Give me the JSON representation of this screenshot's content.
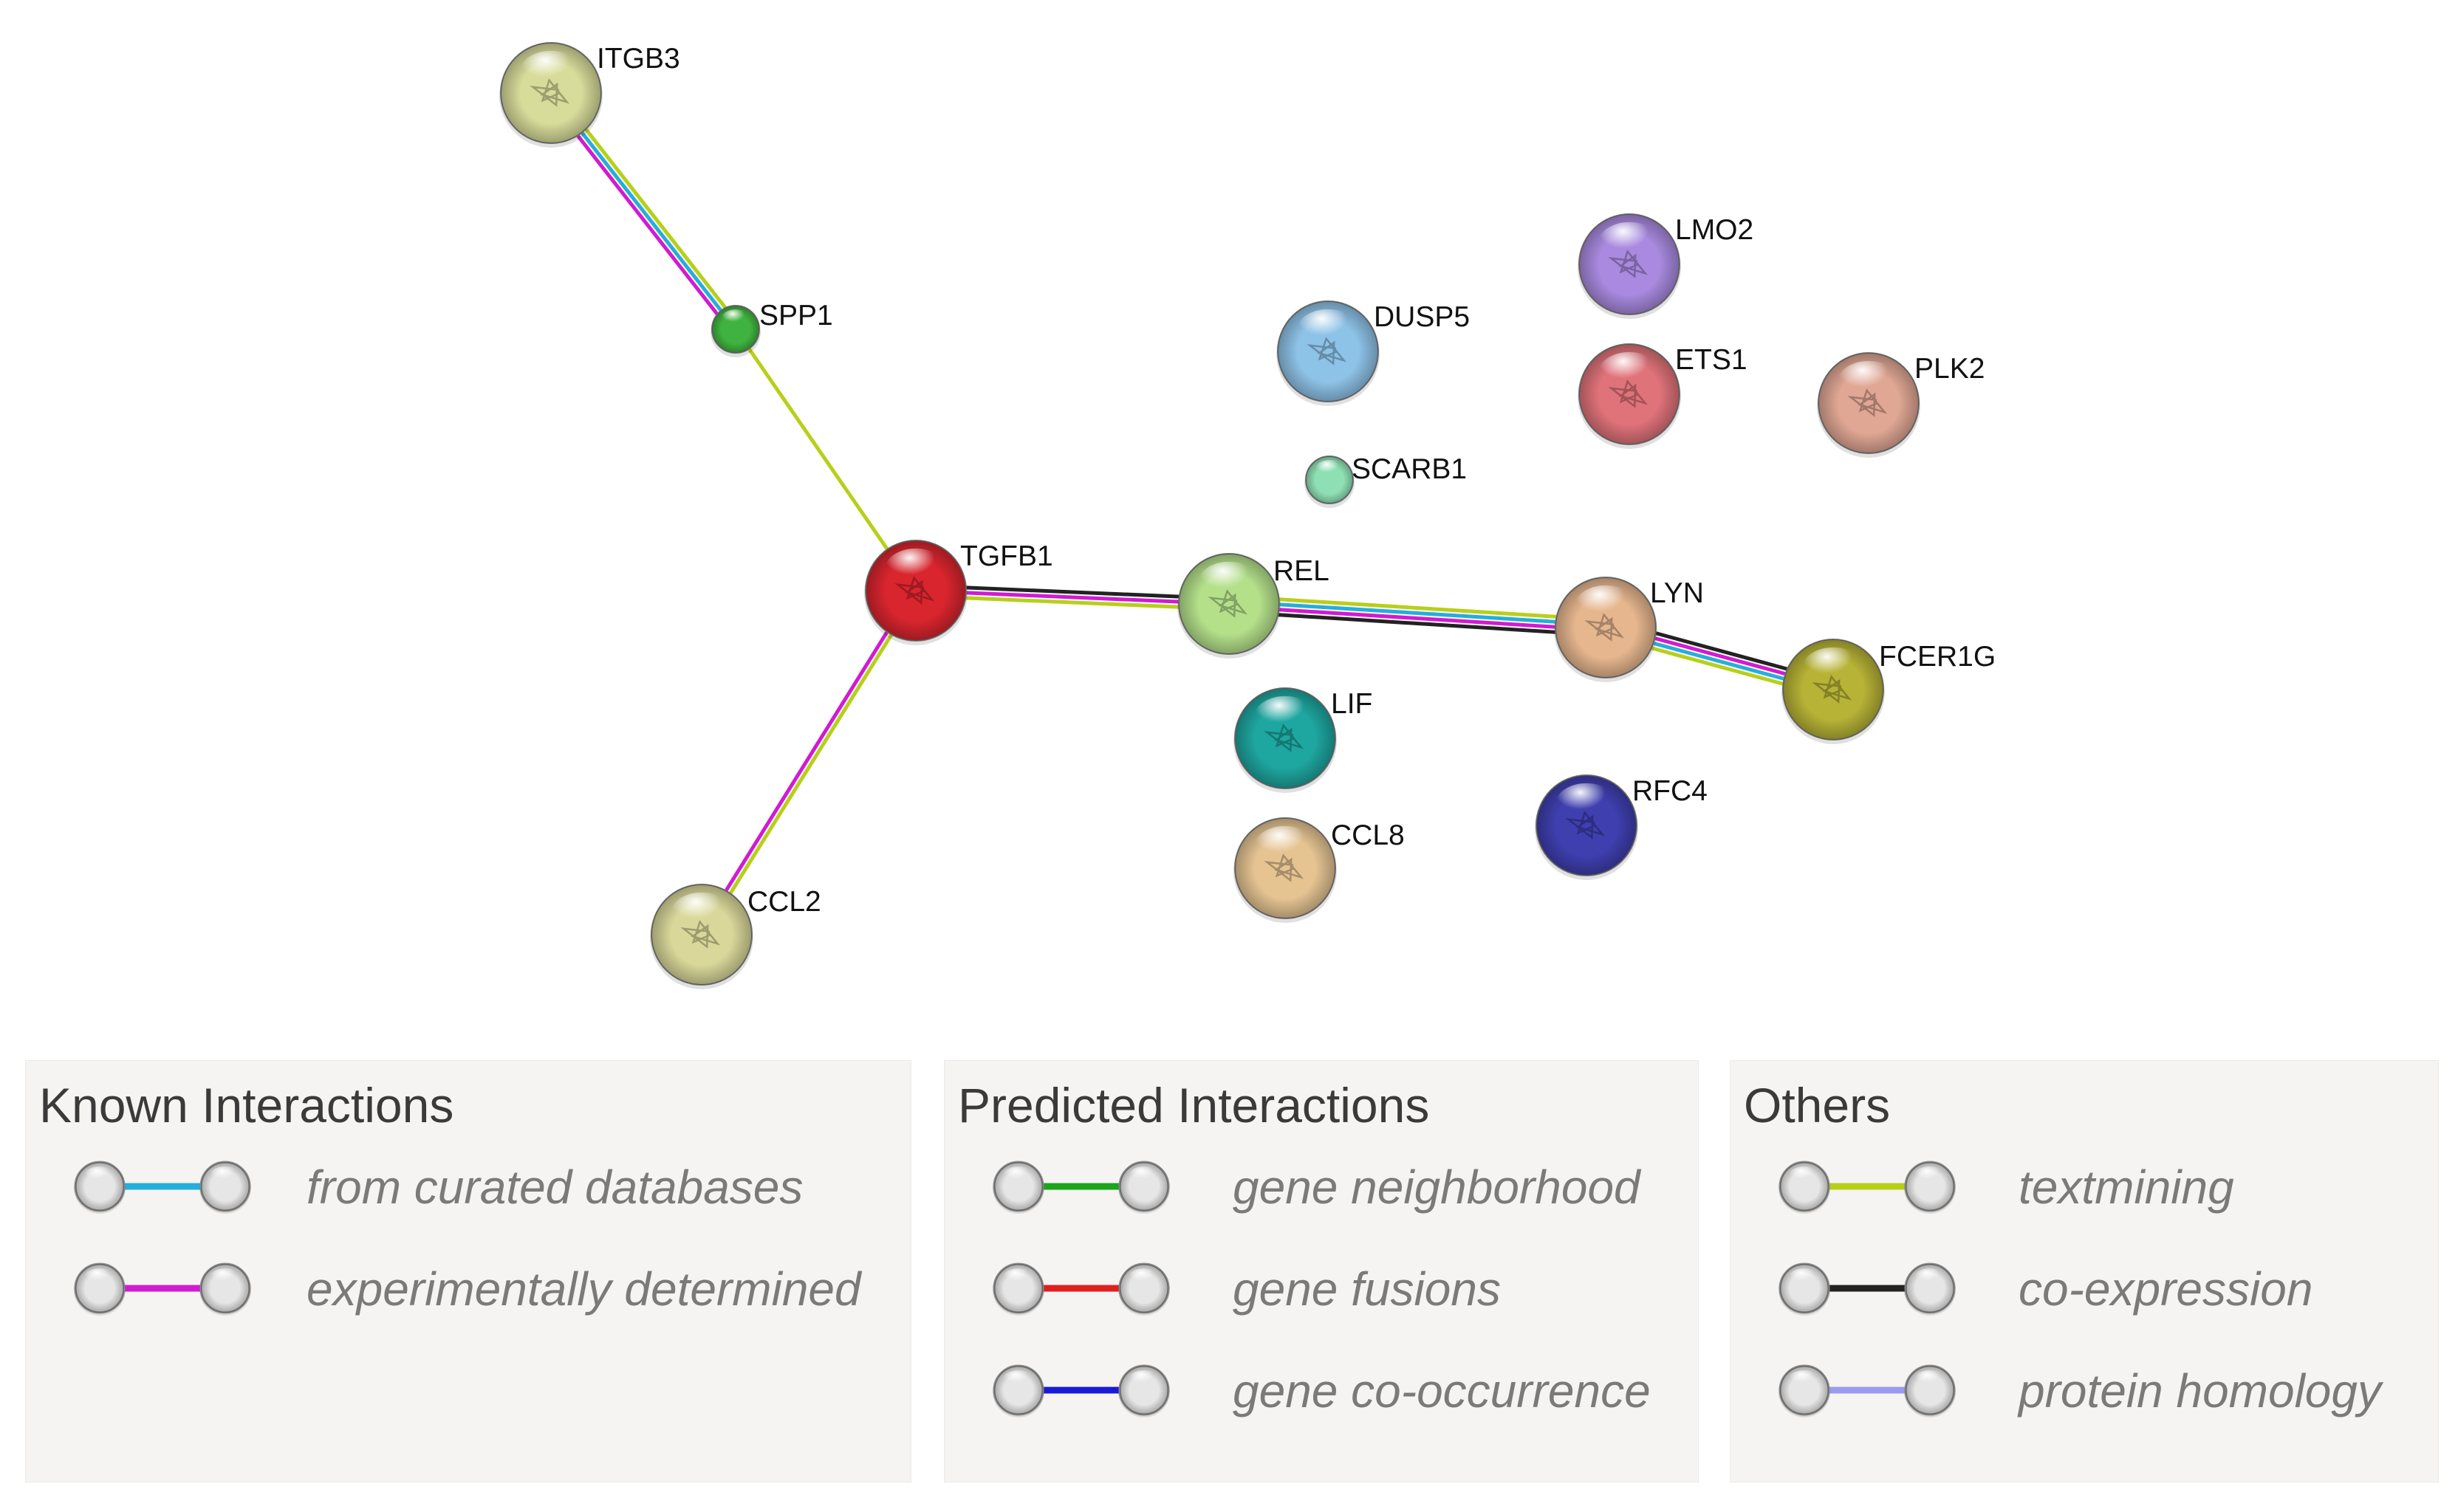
{
  "colors": {
    "curated": "#25aedb",
    "experimental": "#d11bd1",
    "neighborhood": "#1aa51a",
    "fusion": "#e01f1f",
    "cooccurrence": "#1a1ad6",
    "textmining": "#b8cf1a",
    "coexpression": "#222222",
    "homology": "#9a9af0"
  },
  "network": {
    "nodes": [
      {
        "id": "ITGB3",
        "label": "ITGB3",
        "color": "#d8dc9a",
        "size": "large"
      },
      {
        "id": "SPP1",
        "label": "SPP1",
        "color": "#3fb33f",
        "size": "small"
      },
      {
        "id": "TGFB1",
        "label": "TGFB1",
        "color": "#d9252e",
        "size": "large"
      },
      {
        "id": "REL",
        "label": "REL",
        "color": "#b4e08a",
        "size": "large"
      },
      {
        "id": "LYN",
        "label": "LYN",
        "color": "#e6b68e",
        "size": "large"
      },
      {
        "id": "FCER1G",
        "label": "FCER1G",
        "color": "#b7b336",
        "size": "large"
      },
      {
        "id": "CCL2",
        "label": "CCL2",
        "color": "#d9d89a",
        "size": "large"
      },
      {
        "id": "DUSP5",
        "label": "DUSP5",
        "color": "#8ec3e8",
        "size": "large"
      },
      {
        "id": "SCARB1",
        "label": "SCARB1",
        "color": "#8edfb4",
        "size": "small"
      },
      {
        "id": "LMO2",
        "label": "LMO2",
        "color": "#a98ae0",
        "size": "large"
      },
      {
        "id": "ETS1",
        "label": "ETS1",
        "color": "#e0737a",
        "size": "large"
      },
      {
        "id": "PLK2",
        "label": "PLK2",
        "color": "#e0a794",
        "size": "large"
      },
      {
        "id": "LIF",
        "label": "LIF",
        "color": "#1ea6a0",
        "size": "large"
      },
      {
        "id": "CCL8",
        "label": "CCL8",
        "color": "#e5c492",
        "size": "large"
      },
      {
        "id": "RFC4",
        "label": "RFC4",
        "color": "#3f3fb0",
        "size": "large"
      }
    ],
    "edges": [
      {
        "source": "ITGB3",
        "target": "SPP1",
        "types": [
          "textmining",
          "curated",
          "experimental"
        ]
      },
      {
        "source": "SPP1",
        "target": "TGFB1",
        "types": [
          "textmining"
        ]
      },
      {
        "source": "TGFB1",
        "target": "CCL2",
        "types": [
          "textmining",
          "experimental"
        ]
      },
      {
        "source": "TGFB1",
        "target": "REL",
        "types": [
          "coexpression",
          "experimental",
          "textmining"
        ]
      },
      {
        "source": "REL",
        "target": "LYN",
        "types": [
          "textmining",
          "curated",
          "experimental",
          "coexpression"
        ]
      },
      {
        "source": "LYN",
        "target": "FCER1G",
        "types": [
          "coexpression",
          "experimental",
          "curated",
          "textmining"
        ]
      }
    ]
  },
  "legend": {
    "known": {
      "title": "Known Interactions",
      "items": [
        {
          "label": "from curated databases",
          "type": "curated"
        },
        {
          "label": "experimentally determined",
          "type": "experimental"
        }
      ]
    },
    "predicted": {
      "title": "Predicted Interactions",
      "items": [
        {
          "label": "gene neighborhood",
          "type": "neighborhood"
        },
        {
          "label": "gene fusions",
          "type": "fusion"
        },
        {
          "label": "gene co-occurrence",
          "type": "cooccurrence"
        }
      ]
    },
    "others": {
      "title": "Others",
      "items": [
        {
          "label": "textmining",
          "type": "textmining"
        },
        {
          "label": "co-expression",
          "type": "coexpression"
        },
        {
          "label": "protein homology",
          "type": "homology"
        }
      ]
    }
  }
}
